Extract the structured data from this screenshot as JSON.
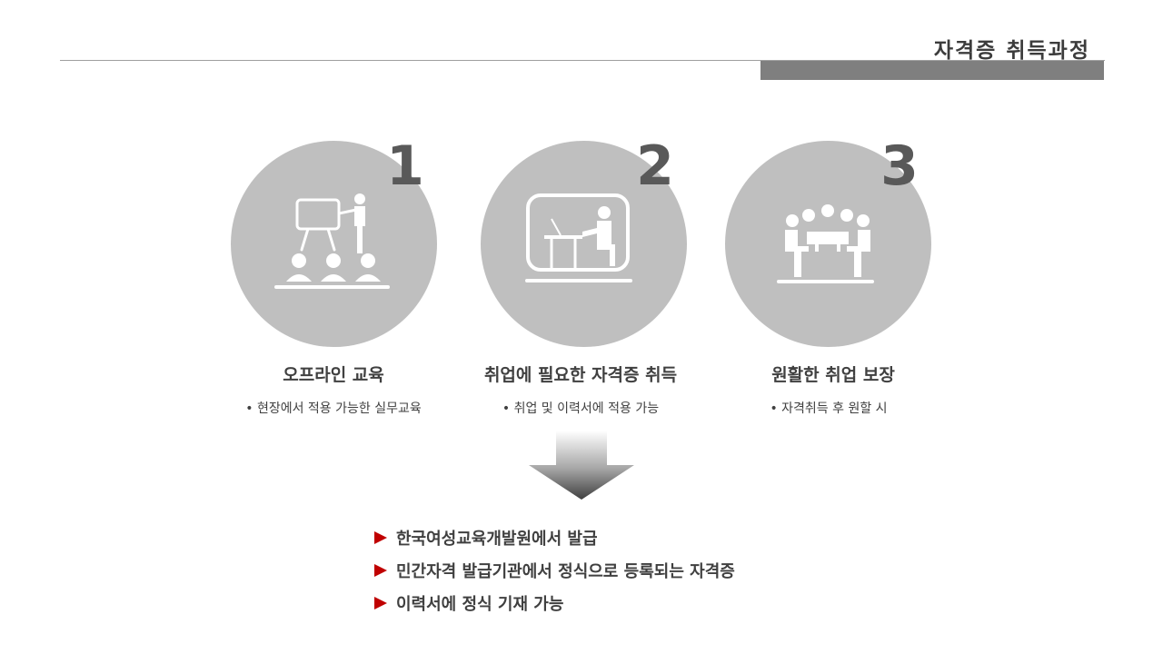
{
  "header": {
    "title": "자격증 취득과정"
  },
  "steps": [
    {
      "number": "1",
      "title": "오프라인 교육",
      "desc": "• 현장에서 적용 가능한 실무교육",
      "icon": "classroom-lecture-icon"
    },
    {
      "number": "2",
      "title": "취업에 필요한 자격증 취득",
      "desc": "• 취업 및 이력서에 적용 가능",
      "icon": "person-at-laptop-icon"
    },
    {
      "number": "3",
      "title": "원활한 취업 보장",
      "desc": "• 자격취득 후 원할 시",
      "icon": "meeting-group-icon"
    }
  ],
  "bullets": [
    "한국여성교육개발원에서 발급",
    "민간자격 발급기관에서 정식으로 등록되는 자격증",
    "이력서에 정식 기재 가능"
  ],
  "colors": {
    "circle": "#bfbfbf",
    "number": "#595959",
    "accent_bar": "#7f7f7f",
    "bullet_marker": "#c00000",
    "text": "#404040"
  }
}
